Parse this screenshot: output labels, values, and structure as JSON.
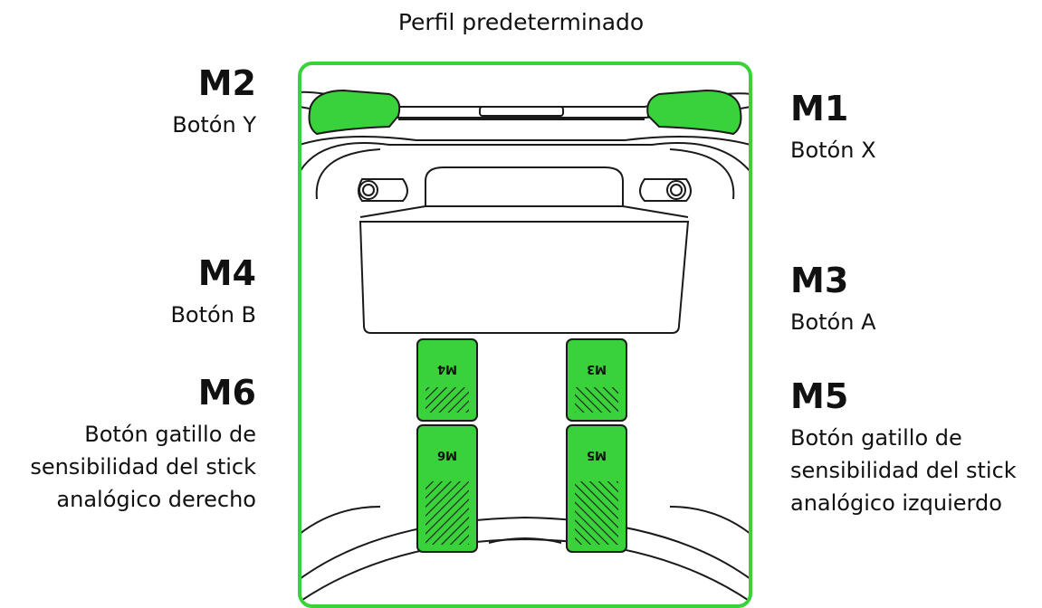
{
  "title": "Perfil predeterminado",
  "colors": {
    "accent": "#39d23a",
    "outline": "#1a1a1a",
    "background": "#ffffff"
  },
  "labels": {
    "m2": {
      "code": "M2",
      "desc": "Botón Y"
    },
    "m4": {
      "code": "M4",
      "desc": "Botón B"
    },
    "m6": {
      "code": "M6",
      "desc": "Botón gatillo de sensibilidad del stick analógico derecho"
    },
    "m1": {
      "code": "M1",
      "desc": "Botón X"
    },
    "m3": {
      "code": "M3",
      "desc": "Botón A"
    },
    "m5": {
      "code": "M5",
      "desc": "Botón gatillo de sensibilidad del stick analógico izquierdo"
    }
  },
  "paddles": {
    "m4": "M4",
    "m6": "M6",
    "m3": "M3",
    "m5": "M5"
  }
}
